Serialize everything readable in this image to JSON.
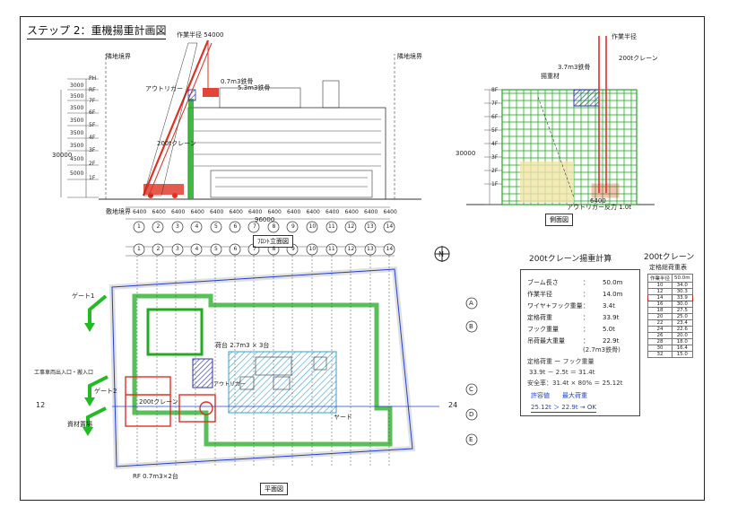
{
  "title": "ステップ 2：重機揚重計画図",
  "elevation": {
    "caption": "ﾌﾛﾝﾄ立面図",
    "left_boundary": "隣地境界",
    "right_boundary": "隣地境界",
    "crane_label": "200tクレーン",
    "cage_label": "0.7m3鉄骨",
    "lift_label": "5.3m3鉄骨",
    "outrigger_label": "アウトリガー",
    "ground_label": "敷地境界",
    "radius_label": "作業半径 54000",
    "total_height": "30000",
    "floor_labels": [
      "PH",
      "RF",
      "7F",
      "6F",
      "5F",
      "4F",
      "3F",
      "2F",
      "1F"
    ],
    "floor_heights": [
      "3000",
      "3500",
      "3500",
      "3500",
      "3500",
      "3500",
      "4500",
      "5000"
    ],
    "spans": [
      "6400",
      "6400",
      "6400",
      "6400",
      "6400",
      "6400",
      "6400",
      "6400",
      "6400",
      "6400",
      "6400",
      "6400",
      "6400",
      "6400"
    ],
    "grid_marks": [
      "1",
      "2",
      "3",
      "4",
      "5",
      "6",
      "7",
      "8",
      "9",
      "10",
      "11",
      "12",
      "13",
      "14"
    ],
    "total_span": "96000"
  },
  "side": {
    "caption": "側面図",
    "crane_label": "200tクレーン",
    "jib_label": "作業半径",
    "cage_label": "3.7m3鉄骨",
    "lift_label": "揚重材",
    "outrigger_label": "アウトリガー反力 1.0t",
    "total_height": "30000",
    "floor_labels": [
      "8F",
      "7F",
      "6F",
      "5F",
      "4F",
      "3F",
      "2F",
      "1F"
    ],
    "span": "6400"
  },
  "plan": {
    "caption": "平面図",
    "north_mark": "N",
    "gate_label_1": "ゲート1",
    "gate_label_2": "ゲート2",
    "entry_label": "工事車両出入口・搬入口",
    "crane_pos_label": "200tクレーン",
    "outrigger_label": "アウトリガー",
    "cage_label": "荷台 2.7m3 × 3台",
    "storage_label": "資材置場",
    "area_label": "ヤード",
    "bottom_note": "RF 0.7m3×2台",
    "axis_marks": [
      "A",
      "B",
      "C",
      "D",
      "E"
    ],
    "dim_left": "12",
    "dim_right": "24"
  },
  "calc": {
    "title": "200tクレーン揚重計算",
    "rows": [
      {
        "label": "ブーム長さ",
        "value": "50.0m"
      },
      {
        "label": "作業半径",
        "value": "14.0m"
      },
      {
        "label": "ワイヤ+フック重量",
        "value": "3.4t"
      },
      {
        "label": "定格荷重",
        "value": "33.9t"
      },
      {
        "label": "フック重量",
        "value": "5.0t"
      },
      {
        "label": "吊荷最大重量",
        "value": "22.9t"
      }
    ],
    "note": "(2.7m3鉄骨)",
    "formula_1": "定格荷重 ー フック重量",
    "formula_2": "33.9t － 2.5t ＝ 31.4t",
    "formula_3": "安全率：31.4t × 80% ＝ 25.12t",
    "formula_4": "許容値　　最大荷重",
    "result": "25.12t ＞ 22.9t → OK"
  },
  "capacity": {
    "title": "200tクレーン",
    "subtitle": "定格総荷重表",
    "head": [
      "作業半径",
      "50.0m"
    ],
    "rows": [
      [
        "10",
        "34.0"
      ],
      [
        "12",
        "30.3"
      ],
      [
        "14",
        "33.9"
      ],
      [
        "16",
        "30.0"
      ],
      [
        "18",
        "27.5"
      ],
      [
        "20",
        "25.0"
      ],
      [
        "22",
        "23.4"
      ],
      [
        "24",
        "22.6"
      ],
      [
        "26",
        "20.0"
      ],
      [
        "28",
        "18.0"
      ],
      [
        "30",
        "16.4"
      ],
      [
        "32",
        "15.0"
      ]
    ],
    "highlight_row": 2
  },
  "colors": {
    "crane": "#e03020",
    "building": "#22aa22",
    "hatch": "#3a9fd0",
    "cage": "#4040aa",
    "path": "#2040d0",
    "red_line": "#d02020"
  }
}
